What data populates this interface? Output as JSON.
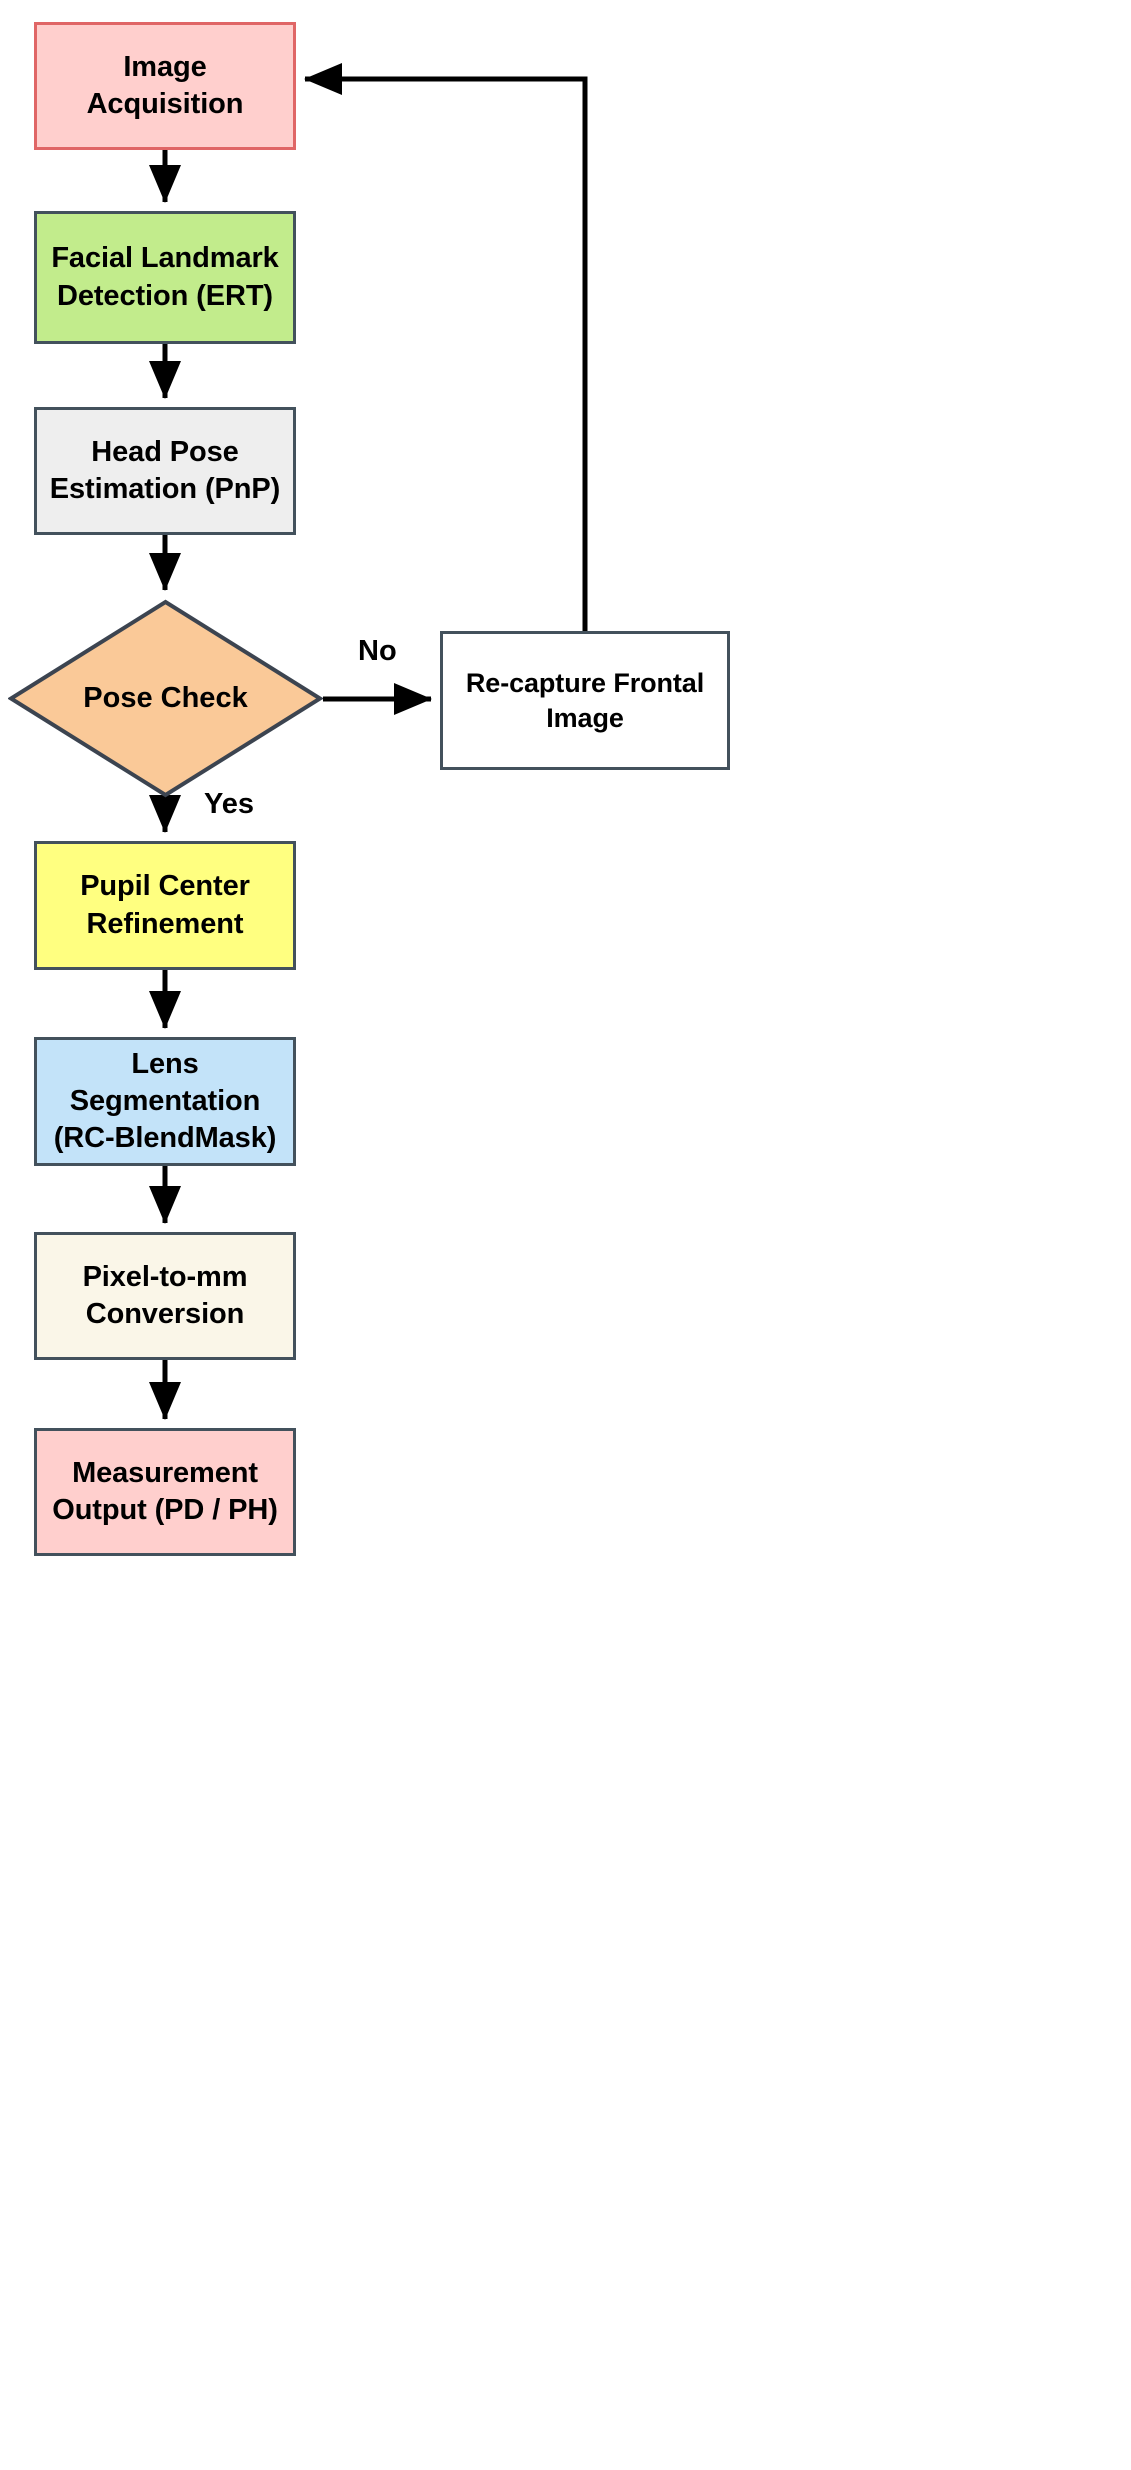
{
  "diagram": {
    "title": "Eyewear Measurement Pipeline Flowchart",
    "type": "flowchart",
    "background": "#ffffff",
    "nodes": [
      {
        "id": "image-acquisition",
        "label": "Image Acquisition",
        "shape": "rectangle",
        "fill": "#ffcfcd",
        "stroke": "#e06666"
      },
      {
        "id": "facial-landmark-detection",
        "label": "Facial Landmark\nDetection (ERT)",
        "shape": "rectangle",
        "fill": "#c2ec8c",
        "stroke": "#43515c"
      },
      {
        "id": "head-pose-estimation",
        "label": "Head Pose\nEstimation (PnP)",
        "shape": "rectangle",
        "fill": "#eeeeee",
        "stroke": "#43515c"
      },
      {
        "id": "pose-check",
        "label": "Pose Check",
        "shape": "diamond",
        "fill": "#fac998",
        "stroke": "#3c4450"
      },
      {
        "id": "recapture-frontal-image",
        "label": "Re-capture Frontal\nImage",
        "shape": "rectangle",
        "fill": "#ffffff",
        "stroke": "#000000"
      },
      {
        "id": "pupil-center-refinement",
        "label": "Pupil Center\nRefinement",
        "shape": "rectangle",
        "fill": "#ffff80",
        "stroke": "#43515c"
      },
      {
        "id": "lens-segmentation",
        "label": "Lens Segmentation\n(RC-BlendMask)",
        "shape": "rectangle",
        "fill": "#c3e3f9",
        "stroke": "#43515c"
      },
      {
        "id": "pixel-to-mm-conversion",
        "label": "Pixel-to-mm\nConversion",
        "shape": "rectangle",
        "fill": "#faf6e8",
        "stroke": "#43515c"
      },
      {
        "id": "measurement-output",
        "label": "Measurement\nOutput (PD / PH)",
        "shape": "rectangle",
        "fill": "#ffcfcd",
        "stroke": "#43515c"
      }
    ],
    "edges": [
      {
        "from": "image-acquisition",
        "to": "facial-landmark-detection",
        "label": ""
      },
      {
        "from": "facial-landmark-detection",
        "to": "head-pose-estimation",
        "label": ""
      },
      {
        "from": "head-pose-estimation",
        "to": "pose-check",
        "label": ""
      },
      {
        "from": "pose-check",
        "to": "recapture-frontal-image",
        "label": "No"
      },
      {
        "from": "pose-check",
        "to": "pupil-center-refinement",
        "label": "Yes"
      },
      {
        "from": "recapture-frontal-image",
        "to": "image-acquisition",
        "label": ""
      },
      {
        "from": "pupil-center-refinement",
        "to": "lens-segmentation",
        "label": ""
      },
      {
        "from": "lens-segmentation",
        "to": "pixel-to-mm-conversion",
        "label": ""
      },
      {
        "from": "pixel-to-mm-conversion",
        "to": "measurement-output",
        "label": ""
      }
    ],
    "labels": {
      "no": "No",
      "yes": "Yes"
    }
  }
}
